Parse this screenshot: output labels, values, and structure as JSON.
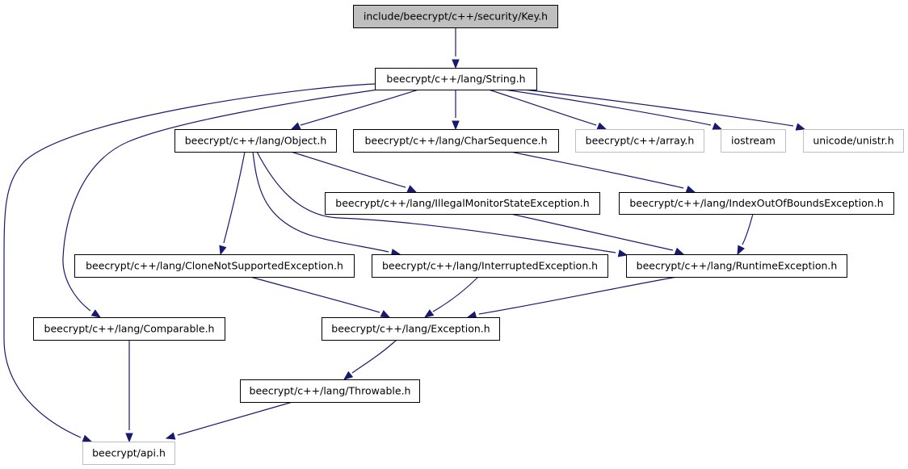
{
  "colors": {
    "edge": "#191970",
    "node_border": "#000000",
    "external_border": "#bfbfbf",
    "root_fill": "#bfbfbf",
    "node_fill": "#ffffff"
  },
  "nodes": [
    {
      "id": "key",
      "label": "include/beecrypt/c++/security/Key.h",
      "kind": "root"
    },
    {
      "id": "string",
      "label": "beecrypt/c++/lang/String.h",
      "kind": "internal"
    },
    {
      "id": "object",
      "label": "beecrypt/c++/lang/Object.h",
      "kind": "internal"
    },
    {
      "id": "charseq",
      "label": "beecrypt/c++/lang/CharSequence.h",
      "kind": "internal"
    },
    {
      "id": "array",
      "label": "beecrypt/c++/array.h",
      "kind": "external"
    },
    {
      "id": "iostream",
      "label": "iostream",
      "kind": "external"
    },
    {
      "id": "unistr",
      "label": "unicode/unistr.h",
      "kind": "external"
    },
    {
      "id": "illegal",
      "label": "beecrypt/c++/lang/IllegalMonitorStateException.h",
      "kind": "internal"
    },
    {
      "id": "indexout",
      "label": "beecrypt/c++/lang/IndexOutOfBoundsException.h",
      "kind": "internal"
    },
    {
      "id": "clone",
      "label": "beecrypt/c++/lang/CloneNotSupportedException.h",
      "kind": "internal"
    },
    {
      "id": "interrupted",
      "label": "beecrypt/c++/lang/InterruptedException.h",
      "kind": "internal"
    },
    {
      "id": "runtime",
      "label": "beecrypt/c++/lang/RuntimeException.h",
      "kind": "internal"
    },
    {
      "id": "comparable",
      "label": "beecrypt/c++/lang/Comparable.h",
      "kind": "internal"
    },
    {
      "id": "exception",
      "label": "beecrypt/c++/lang/Exception.h",
      "kind": "internal"
    },
    {
      "id": "throwable",
      "label": "beecrypt/c++/lang/Throwable.h",
      "kind": "internal"
    },
    {
      "id": "api",
      "label": "beecrypt/api.h",
      "kind": "external"
    }
  ],
  "edges": [
    {
      "from": "key",
      "to": "string"
    },
    {
      "from": "string",
      "to": "object"
    },
    {
      "from": "string",
      "to": "charseq"
    },
    {
      "from": "string",
      "to": "array"
    },
    {
      "from": "string",
      "to": "iostream"
    },
    {
      "from": "string",
      "to": "unistr"
    },
    {
      "from": "string",
      "to": "comparable"
    },
    {
      "from": "string",
      "to": "api"
    },
    {
      "from": "object",
      "to": "illegal"
    },
    {
      "from": "object",
      "to": "clone"
    },
    {
      "from": "object",
      "to": "interrupted"
    },
    {
      "from": "object",
      "to": "runtime"
    },
    {
      "from": "charseq",
      "to": "indexout"
    },
    {
      "from": "illegal",
      "to": "runtime"
    },
    {
      "from": "indexout",
      "to": "runtime"
    },
    {
      "from": "clone",
      "to": "exception"
    },
    {
      "from": "interrupted",
      "to": "exception"
    },
    {
      "from": "runtime",
      "to": "exception"
    },
    {
      "from": "comparable",
      "to": "api"
    },
    {
      "from": "exception",
      "to": "throwable"
    },
    {
      "from": "throwable",
      "to": "api"
    }
  ]
}
